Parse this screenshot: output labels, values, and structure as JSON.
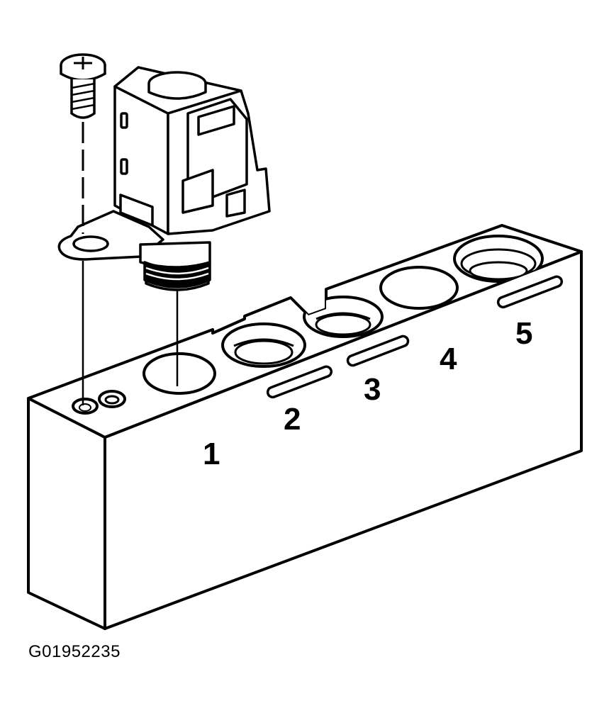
{
  "diagram": {
    "figure_id": "G01952235",
    "bore_labels": [
      "1",
      "2",
      "3",
      "4",
      "5"
    ],
    "colors": {
      "ink": "#000000",
      "paper": "#ffffff"
    }
  }
}
